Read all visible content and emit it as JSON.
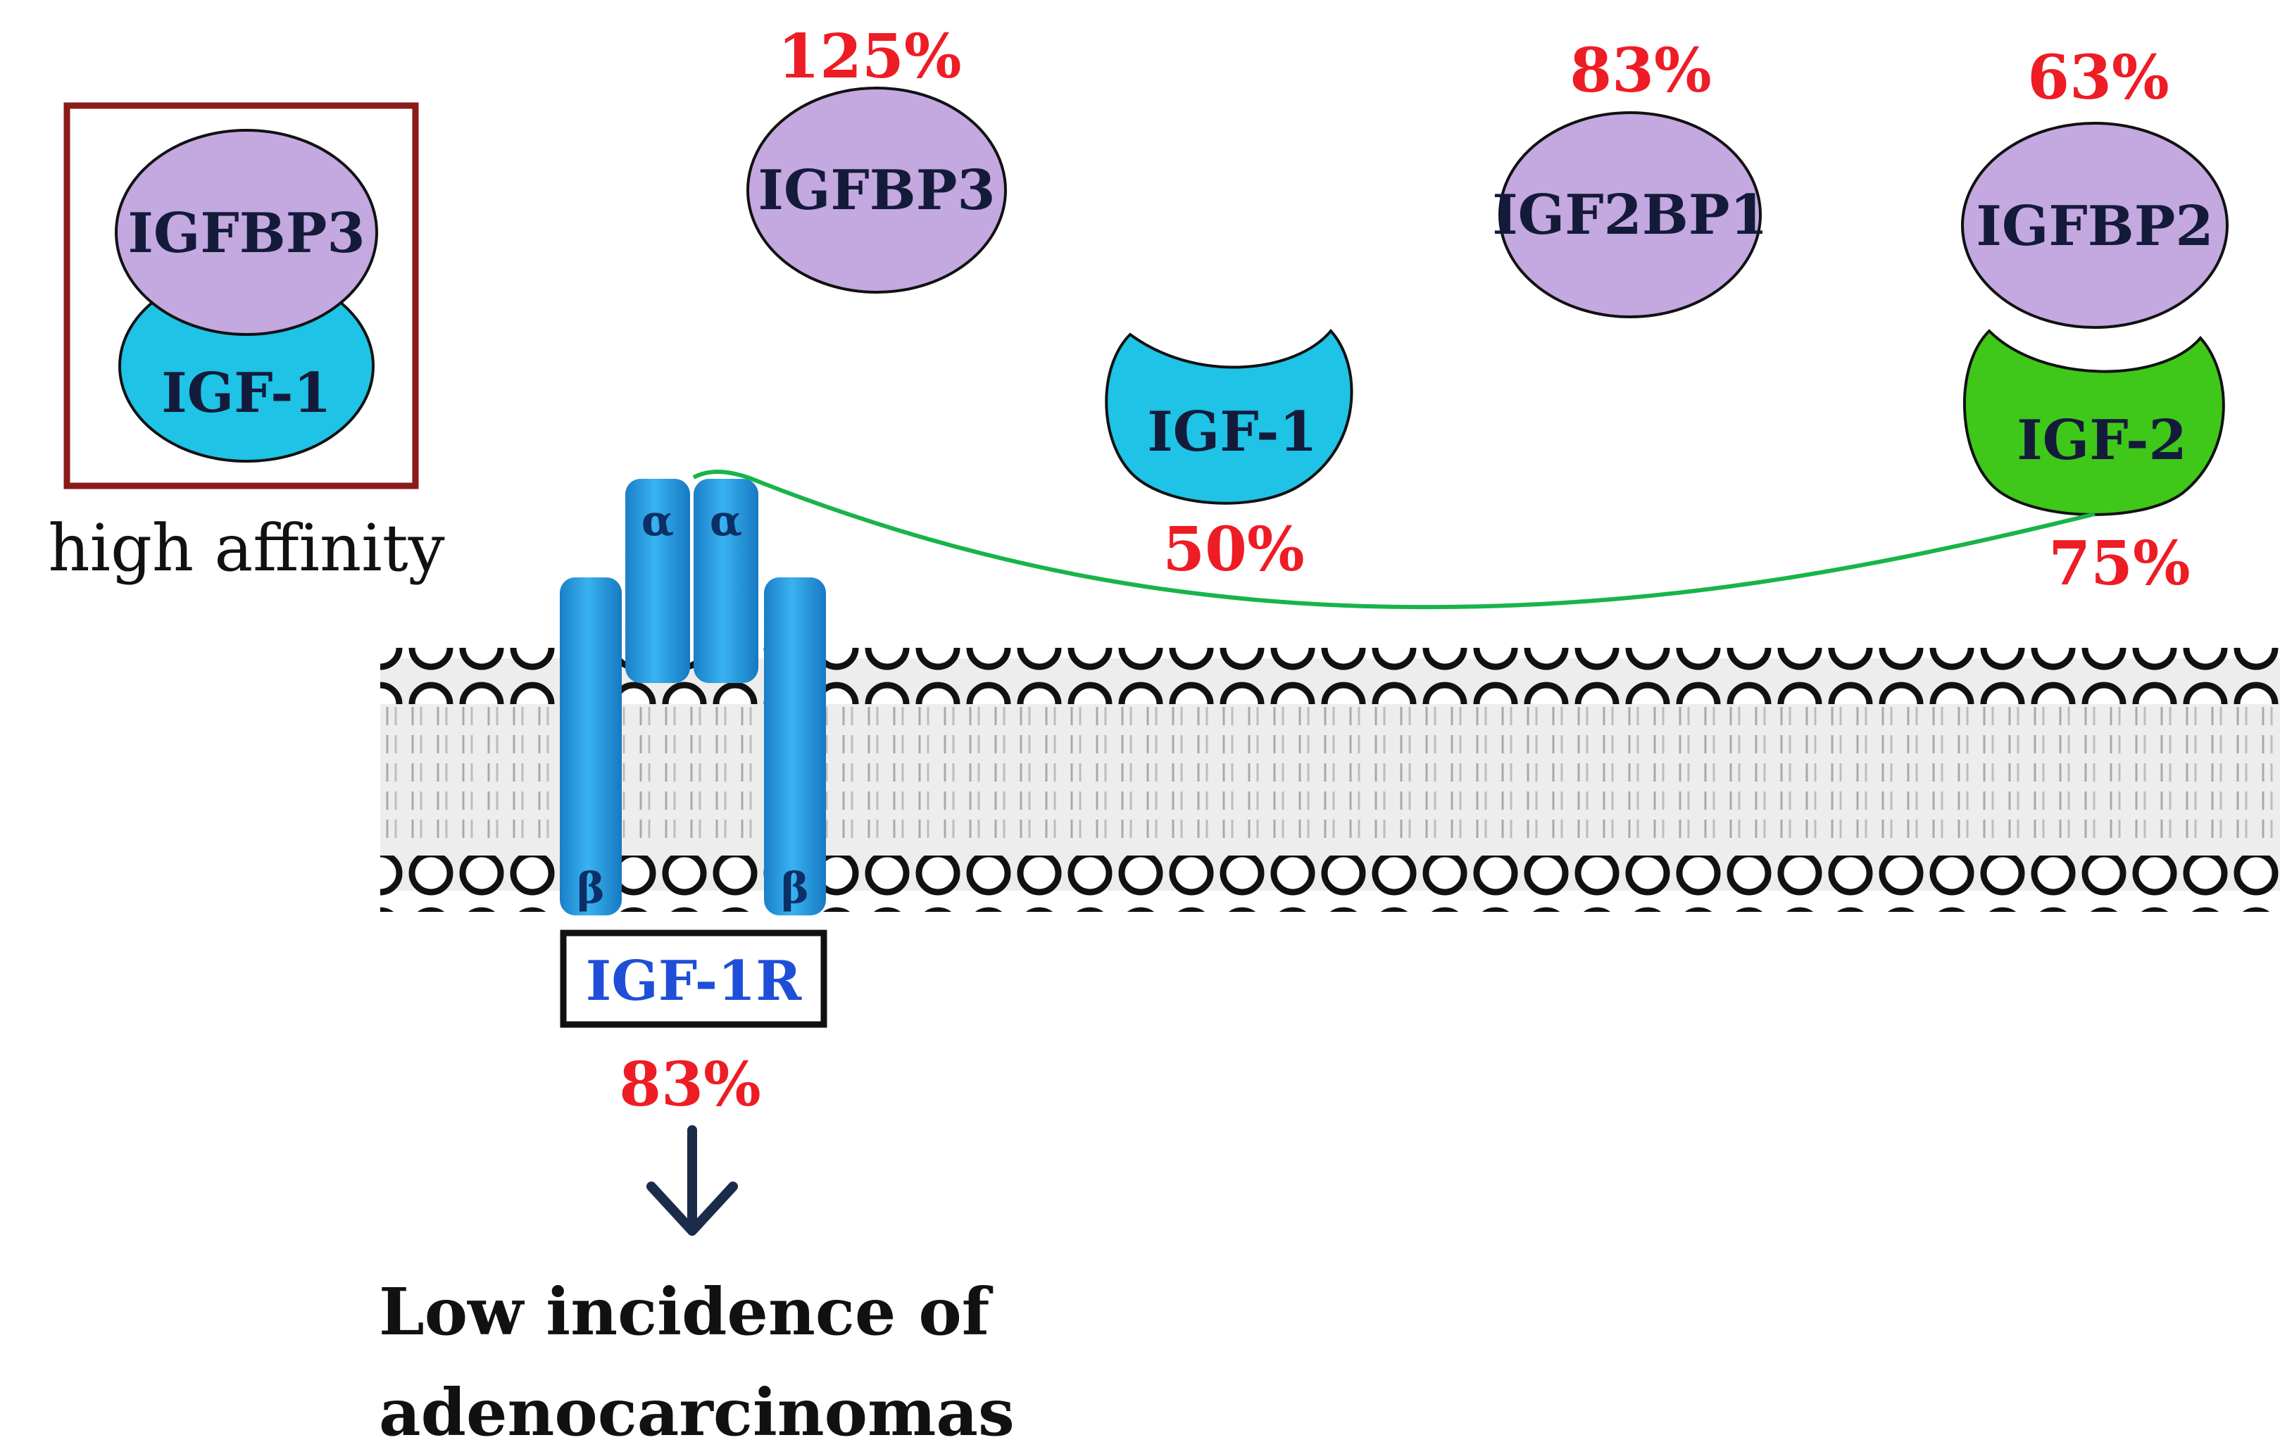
{
  "boxed_complex": {
    "binding_protein": "IGFBP3",
    "ligand": "IGF-1",
    "caption": "high affinity"
  },
  "proteins": {
    "igfbp3": {
      "label": "IGFBP3",
      "percent": "125%"
    },
    "igf2bp1": {
      "label": "IGF2BP1",
      "percent": "83%"
    },
    "igfbp2": {
      "label": "IGFBP2",
      "percent": "63%"
    },
    "igf1": {
      "label": "IGF-1",
      "percent": "50%"
    },
    "igf2": {
      "label": "IGF-2",
      "percent": "75%"
    }
  },
  "receptor": {
    "label": "IGF-1R",
    "percent": "83%",
    "alpha": "α",
    "beta": "β"
  },
  "outcome": {
    "line1": "Low incidence of",
    "line2": "adenocarcinomas"
  },
  "colors": {
    "binding_protein_fill": "#c4a8e0",
    "igf1_fill": "#1ec3e6",
    "igf2_fill": "#3fc71a",
    "receptor_fill": "#2b9fe0",
    "percent_text": "#ee1c24",
    "box_border": "#8b1a1a",
    "connector_line": "#18b44a",
    "arrow": "#1b2c4a"
  }
}
